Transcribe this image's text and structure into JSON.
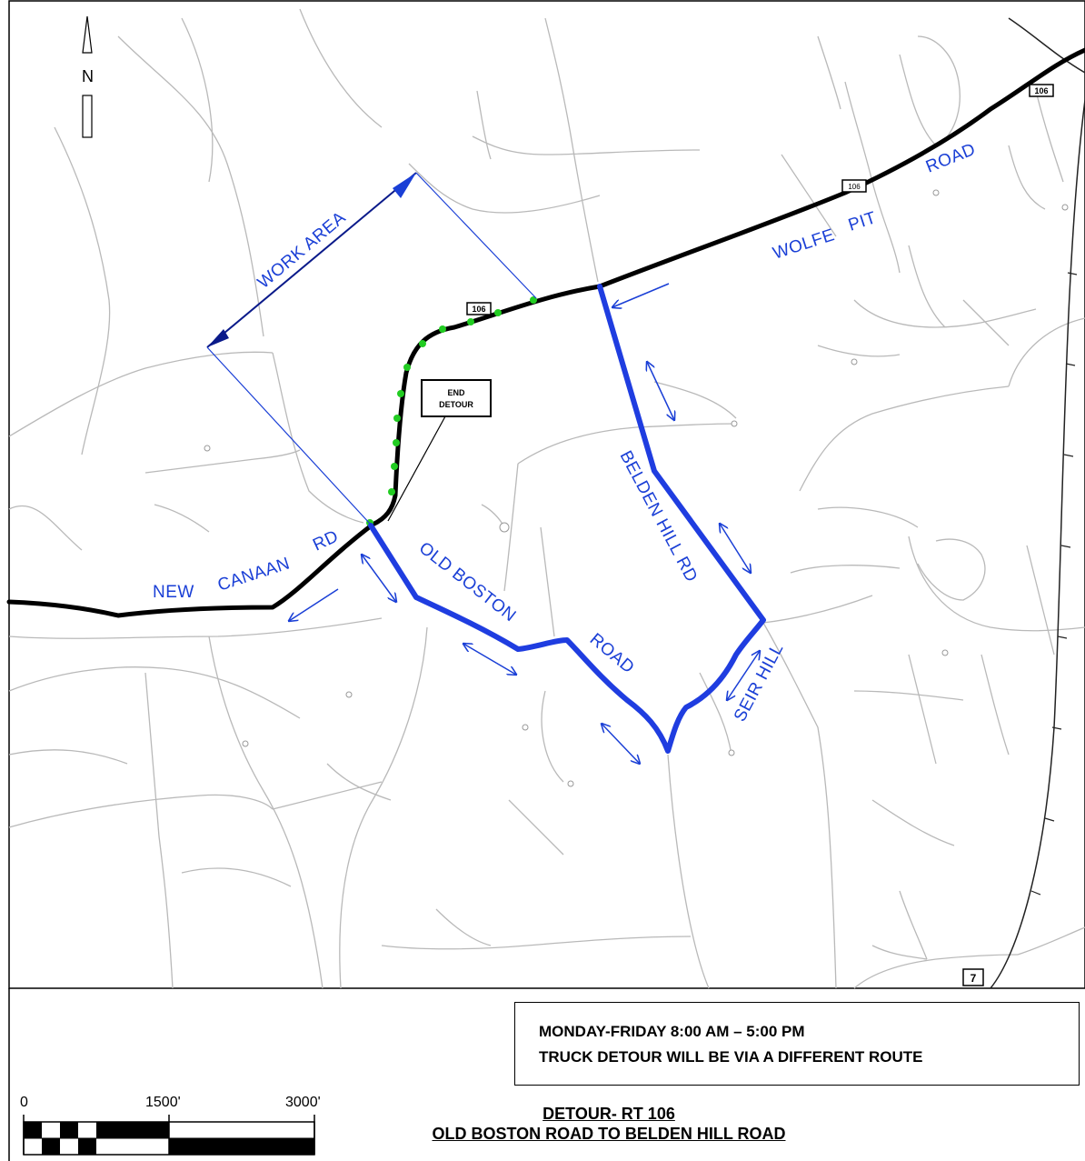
{
  "map": {
    "north_label": "N",
    "work_area_label": "WORK AREA",
    "end_detour_line1": "END",
    "end_detour_line2": "DETOUR",
    "route_shield_106": "106",
    "route_shield_7": "7",
    "street_labels": {
      "new": "NEW",
      "canaan": "CANAAN",
      "rd": "RD",
      "old_boston": "OLD BOSTON",
      "road_obr": "ROAD",
      "belden_hill_rd": "BELDEN HILL RD",
      "seir_hill": "SEIR HILL",
      "wolfe": "WOLFE",
      "pit": "PIT",
      "road_wpr": "ROAD"
    },
    "colors": {
      "detour": "#1f3de0",
      "label_blue": "#1a3fd6",
      "route_106": "#000000",
      "work_zone_dots": "#22cc22",
      "minor_roads": "#b9b9b9"
    }
  },
  "note": {
    "line1": "MONDAY-FRIDAY 8:00 AM – 5:00 PM",
    "line2": "TRUCK DETOUR WILL BE VIA A DIFFERENT ROUTE"
  },
  "title": {
    "line1": "DETOUR- RT 106",
    "line2": "OLD BOSTON ROAD TO BELDEN HILL ROAD"
  },
  "scale_bar": {
    "label_0": "0",
    "label_mid": "1500'",
    "label_max": "3000'"
  }
}
